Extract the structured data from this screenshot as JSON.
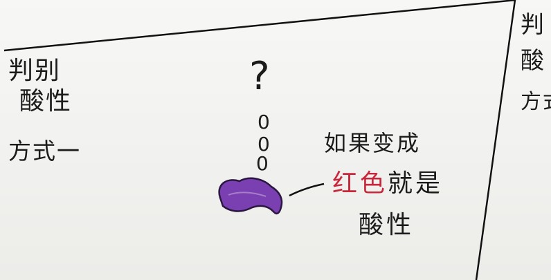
{
  "left_column": {
    "line1": "判别",
    "line2": "酸性",
    "line3": "方式一"
  },
  "right_column_partial": {
    "line1": "判",
    "line2": "酸",
    "line3": "方式"
  },
  "center": {
    "question_mark": "?",
    "drop1": "0",
    "drop2": "0",
    "drop3": "0"
  },
  "annotation": {
    "condition": "如果变成",
    "red_text": "红色",
    "then_text": "就是",
    "result_line2": "酸性"
  },
  "colors": {
    "ink": "#1b1b1b",
    "red_ink": "#c8263a",
    "blob_purple": "#7a3fb0",
    "paper": "#f4f4f2"
  }
}
